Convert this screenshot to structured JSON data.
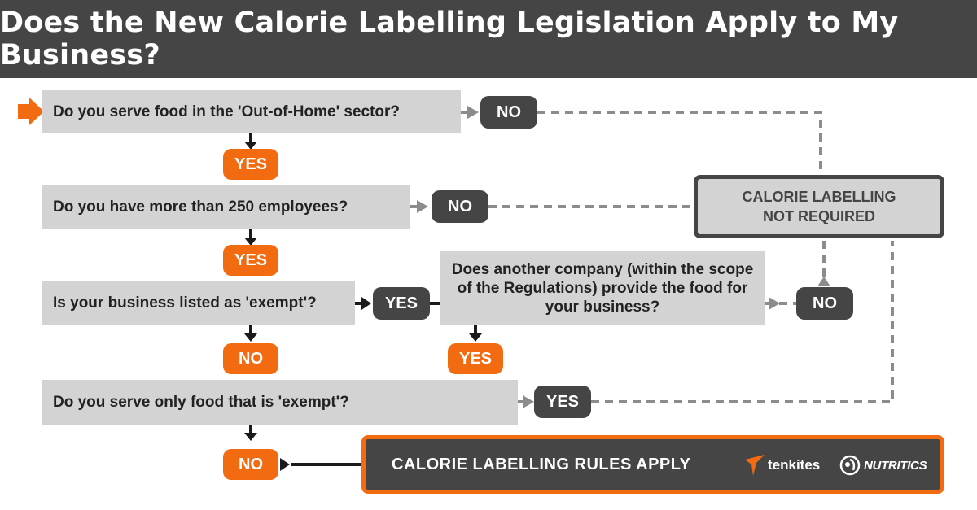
{
  "title": "Does the New Calorie Labelling Legislation Apply to My Business?",
  "questions": {
    "q1": "Do you serve food in the 'Out-of-Home' sector?",
    "q2": "Do you have more than 250 employees?",
    "q3": "Is your business listed as 'exempt'?",
    "q4": "Does another company (within the scope of the Regulations) provide the food for your business?",
    "q5": "Do you serve only food that is 'exempt'?"
  },
  "answers": {
    "q1_no": "NO",
    "q1_yes": "YES",
    "q2_no": "NO",
    "q2_yes": "YES",
    "q3_yes": "YES",
    "q3_no": "NO",
    "q4_no": "NO",
    "q4_yes": "YES",
    "q5_yes": "YES",
    "q5_no": "NO"
  },
  "outcomes": {
    "not_required_line1": "CALORIE LABELLING",
    "not_required_line2": "NOT REQUIRED",
    "apply": "CALORIE LABELLING RULES APPLY"
  },
  "logos": {
    "tenkites": "tenkites",
    "nutritics": "NUTRITICS"
  },
  "colors": {
    "header_bg": "#454545",
    "accent_orange": "#f26b11",
    "dark_pill": "#454545",
    "question_box": "#d3d3d3",
    "connector_dashed": "#8c8c8c"
  }
}
